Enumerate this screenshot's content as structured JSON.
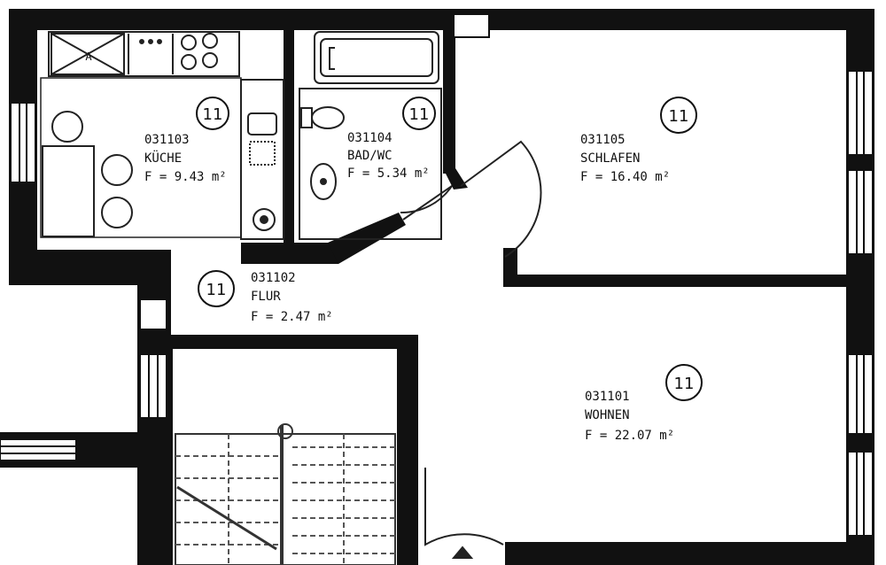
{
  "rooms": [
    {
      "key": "kueche",
      "number": "031103",
      "name": "KÜCHE",
      "area": "F = 9.43 m²",
      "badge": "11"
    },
    {
      "key": "bad",
      "number": "031104",
      "name": "BAD/WC",
      "area": "F = 5.34 m²",
      "badge": "11"
    },
    {
      "key": "schlafen",
      "number": "031105",
      "name": "SCHLAFEN",
      "area": "F = 16.40 m²",
      "badge": "11"
    },
    {
      "key": "flur",
      "number": "031102",
      "name": "FLUR",
      "area": "F = 2.47 m²",
      "badge": "11"
    },
    {
      "key": "wohnen",
      "number": "031101",
      "name": "WOHNEN",
      "area": "F = 22.07 m²",
      "badge": "11"
    }
  ],
  "kitchen_appliance_label": "A",
  "colors": {
    "wall": "#111111",
    "background": "#ffffff",
    "fixture": "#222222",
    "hatch": "#555555"
  }
}
